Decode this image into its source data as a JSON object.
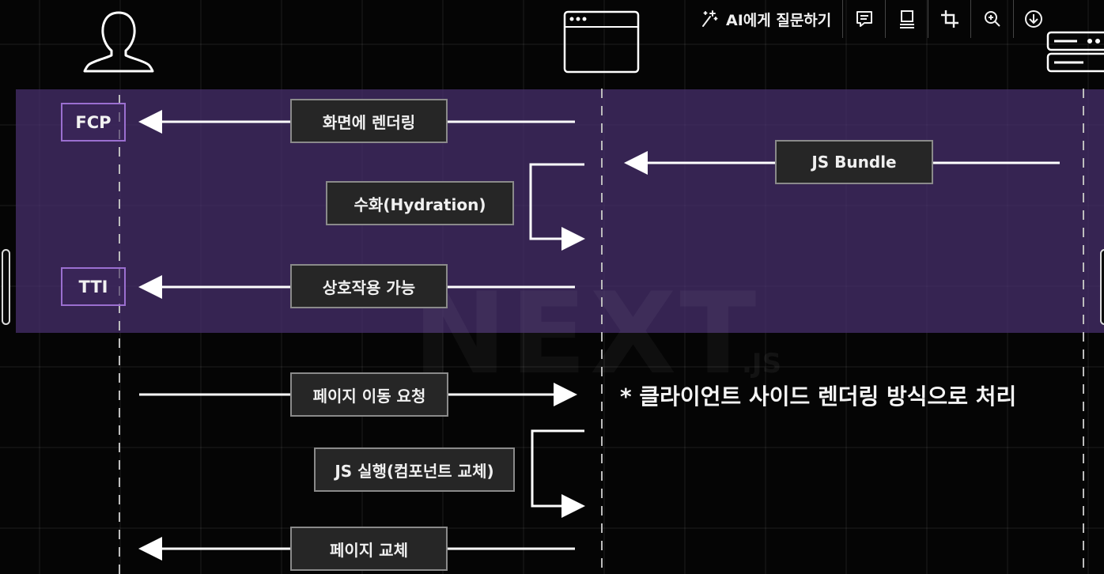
{
  "toolbar": {
    "ask_ai_label": "AI에게 질문하기",
    "icons": [
      "sparkle-icon",
      "comment-icon",
      "summary-icon",
      "crop-icon",
      "zoom-in-icon",
      "download-icon"
    ]
  },
  "diagram": {
    "markers": {
      "fcp": "FCP",
      "tti": "TTI"
    },
    "steps": {
      "render": "화면에 렌더링",
      "js_bundle": "JS Bundle",
      "hydration": "수화(Hydration)",
      "interactive": "상호작용 가능",
      "page_nav": "페이지 이동 요청",
      "js_exec": "JS 실행(컴포넌트 교체)",
      "page_swap": "페이지 교체"
    },
    "note": "* 클라이언트 사이드 렌더링 방식으로 처리",
    "watermark": "NEXT",
    "watermark_sub": ".JS",
    "colors": {
      "band": "#4a3070",
      "marker_border": "#9b6fd0",
      "box_fill": "#262626",
      "box_border": "#8a8a8a",
      "arrow": "#ffffff"
    }
  }
}
